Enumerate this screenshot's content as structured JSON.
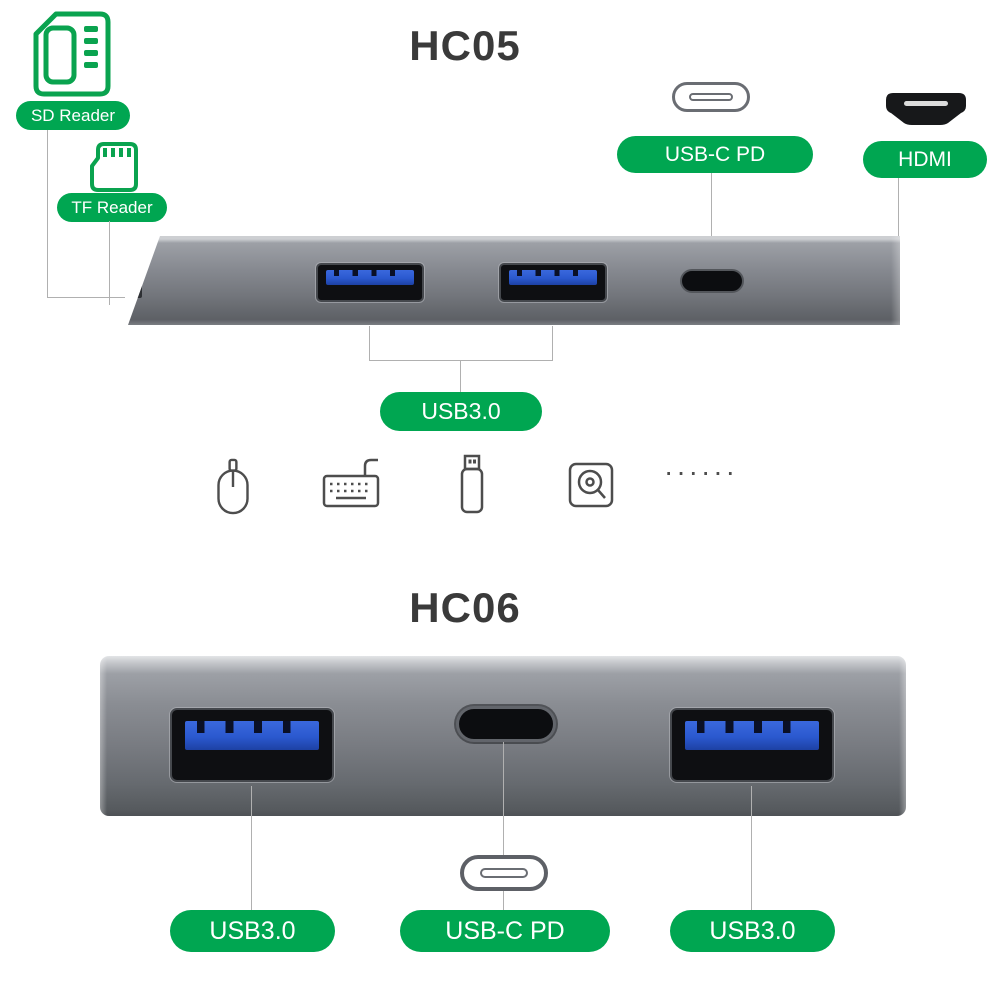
{
  "colors": {
    "badge_green": "#00a651",
    "badge_text": "#ffffff",
    "title_color": "#3a3a3a",
    "line_gray": "#b0b0b0",
    "usb_blue": "#2b59cf"
  },
  "hc05": {
    "title": "HC05",
    "badges": {
      "sd_reader": "SD Reader",
      "tf_reader": "TF Reader",
      "usb_c_pd": "USB-C PD",
      "hdmi": "HDMI",
      "usb30": "USB3.0"
    },
    "ports": {
      "usb_a_count": 2,
      "usb_c_count": 1
    },
    "peripherals": {
      "icons": [
        "mouse",
        "keyboard",
        "usb-flash-drive",
        "hard-disk-drive"
      ],
      "ellipsis": "······"
    }
  },
  "hc06": {
    "title": "HC06",
    "badges": {
      "usb30_left": "USB3.0",
      "usb_c_pd": "USB-C PD",
      "usb30_right": "USB3.0"
    },
    "ports": {
      "usb_a_count": 2,
      "usb_c_count": 1
    }
  }
}
